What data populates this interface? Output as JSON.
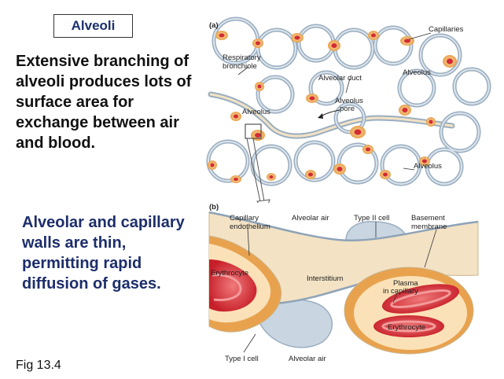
{
  "title": "Alveoli",
  "paragraph_1": "Extensive branching of alveoli produces lots of surface area for exchange between air and blood.",
  "paragraph_2": "Alveolar and capillary walls are thin, permitting rapid diffusion of gases.",
  "figure_ref": "Fig 13.4",
  "panel_a": {
    "tag": "(a)",
    "labels": {
      "capillaries": "Capillaries",
      "respiratory_bronchiole_1": "Respiratory",
      "respiratory_bronchiole_2": "bronchiole",
      "alveolar_duct": "Alveolar duct",
      "alveolus_right": "Alveolus",
      "alveolus_pore_1": "Alveolus",
      "alveolus_pore_2": "pore",
      "alveolus_left": "Alveolus",
      "alveolus_bottom": "Alveolus"
    }
  },
  "panel_b": {
    "tag": "(b)",
    "labels": {
      "capillary_endothelium_1": "Capillary",
      "capillary_endothelium_2": "endothelium",
      "alveolar_air_top": "Alveolar air",
      "type_ii_cell": "Type II cell",
      "basement_membrane_1": "Basement",
      "basement_membrane_2": "membrane",
      "erythrocyte_left": "Erythrocyte",
      "interstitium": "Interstitium",
      "plasma_1": "Plasma",
      "plasma_2": "in capillary",
      "erythrocyte_right": "Erythrocyte",
      "type_i_cell": "Type I cell",
      "alveolar_air_bottom": "Alveolar air"
    }
  },
  "colors": {
    "wall": "#9aaec0",
    "interstitium": "#f3e2c4",
    "capillary": "#e8a24e",
    "blood": "#d32b33",
    "title_text": "#1c2f6e"
  }
}
